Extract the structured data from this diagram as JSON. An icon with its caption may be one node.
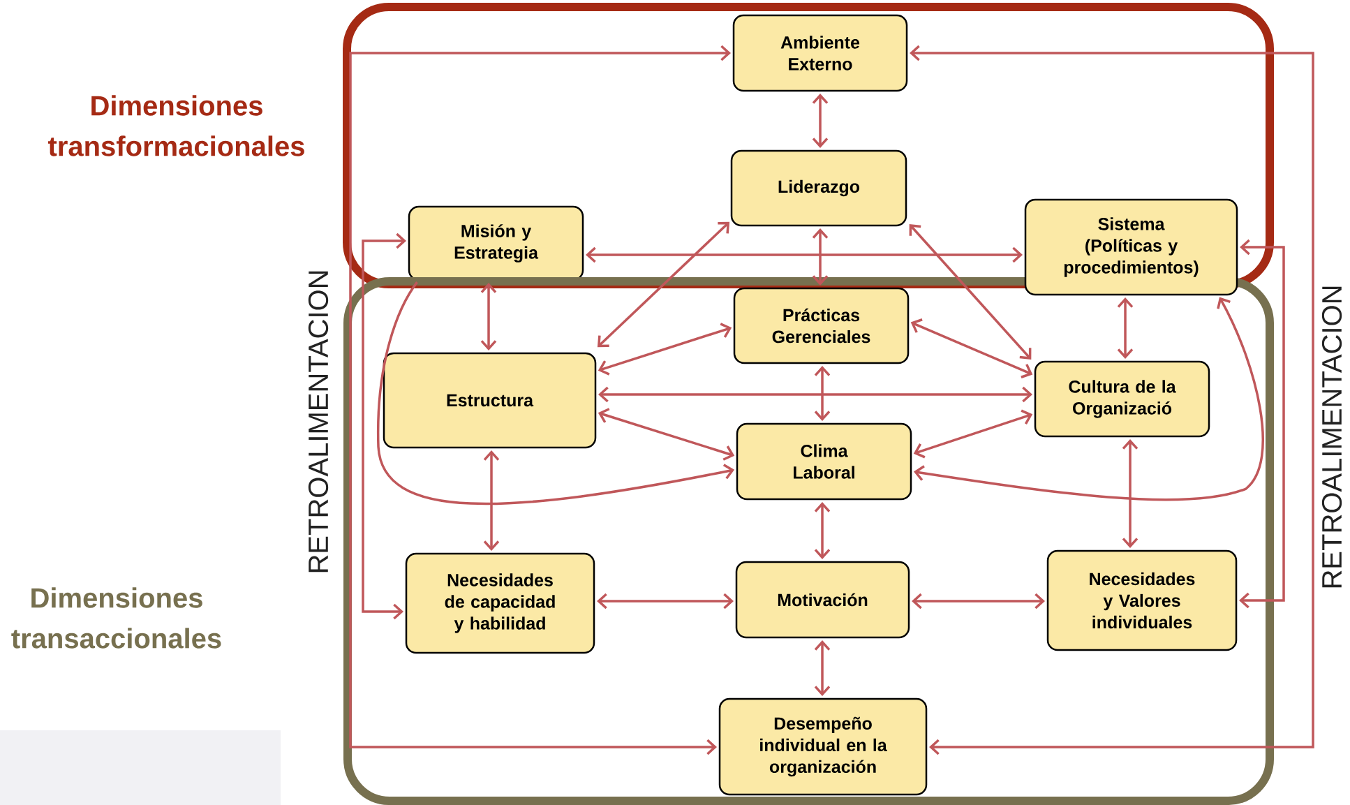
{
  "diagram": {
    "nodes": [
      {
        "text": [],
        "shape": "box"
      },
      {
        "text": [
          "Ambiente Externo"
        ],
        "in": 0
      },
      {
        "text": [
          "Liderazgo"
        ],
        "in": 0
      },
      {
        "text": [
          "Misión y Estrategia"
        ],
        "in": 0
      },
      {
        "text": [
          "Sistema (Políticas y procedimientos)"
        ]
      },
      {
        "text": [],
        "shape": "box"
      },
      {
        "text": [
          "Prácticas Gerenciales"
        ],
        "in": 5
      },
      {
        "text": [
          "Estructura"
        ],
        "in": 5
      },
      {
        "text": [
          "Cultura de la Organizació"
        ],
        "in": 5
      },
      {
        "text": [
          "Clima Laboral"
        ],
        "in": 5
      },
      {
        "text": [
          "Necesidades de capacidad y habilidad"
        ],
        "in": 5
      },
      {
        "text": [
          "Motivación"
        ],
        "in": 5
      },
      {
        "text": [
          "Necesidades y Valores individuales"
        ],
        "in": 5
      },
      {
        "text": [
          "Desempeño individual en la organización"
        ],
        "in": 5
      }
    ],
    "edges": [
      {
        "from": 1,
        "to": 2,
        "arrow": "both"
      },
      {
        "from": 2,
        "to": 6,
        "arrow": "both"
      },
      {
        "from": 3,
        "to": 4,
        "arrow": "both"
      },
      {
        "from": 2,
        "to": 7,
        "arrow": "both"
      },
      {
        "from": 2,
        "to": 8,
        "arrow": "both"
      },
      {
        "from": 3,
        "to": 7,
        "arrow": "both"
      },
      {
        "from": 4,
        "to": 8,
        "arrow": "both"
      },
      {
        "from": 6,
        "to": 7,
        "arrow": "both"
      },
      {
        "from": 6,
        "to": 8,
        "arrow": "both"
      },
      {
        "from": 7,
        "to": 8,
        "arrow": "both"
      },
      {
        "from": 6,
        "to": 9,
        "arrow": "both"
      },
      {
        "from": 7,
        "to": 9,
        "arrow": "both"
      },
      {
        "from": 8,
        "to": 9,
        "arrow": "both"
      },
      {
        "from": 7,
        "to": 10,
        "arrow": "both"
      },
      {
        "from": 9,
        "to": 11,
        "arrow": "both"
      },
      {
        "from": 8,
        "to": 12,
        "arrow": "both"
      },
      {
        "from": 10,
        "to": 11,
        "arrow": "both"
      },
      {
        "from": 11,
        "to": 12,
        "arrow": "both"
      },
      {
        "from": 11,
        "to": 13,
        "arrow": "both"
      },
      {
        "from": 3,
        "to": 9,
        "arrow": "to"
      },
      {
        "from": 9,
        "to": 4,
        "arrow": "both"
      },
      {
        "from": 13,
        "to": 1,
        "arrow": "both"
      },
      {
        "from": 10,
        "to": 3,
        "arrow": "both"
      },
      {
        "from": 13,
        "to": 1,
        "arrow": "both"
      },
      {
        "from": 12,
        "to": 4,
        "arrow": "both"
      }
    ],
    "labels": [
      "Dimensiones transformacionales",
      "RETROALIMENTACION",
      "RETROALIMENTACION",
      "Dimensiones transaccionales"
    ]
  }
}
